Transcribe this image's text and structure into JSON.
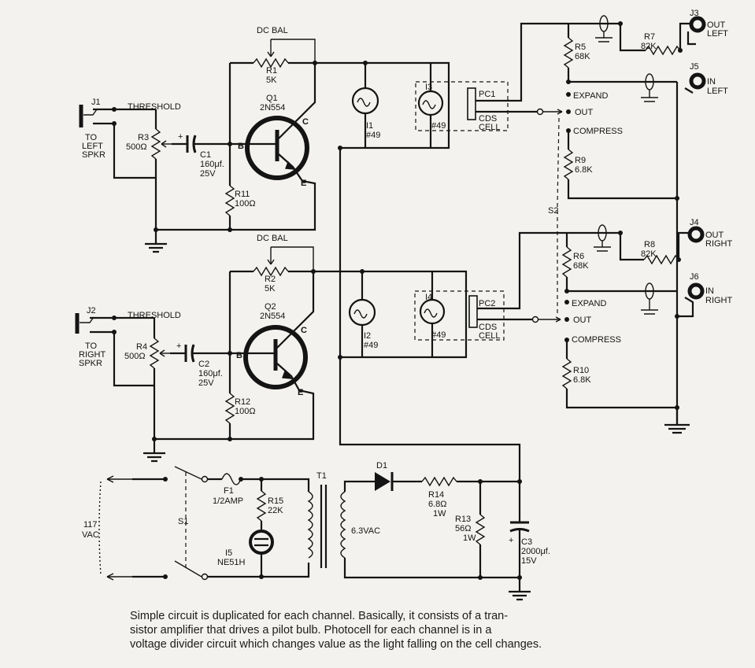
{
  "labels": {
    "dcbal1": "DC BAL",
    "r1": "R1",
    "r1v": "5K",
    "q1": "Q1",
    "q1t": "2N554",
    "b1": "B",
    "c1": "C",
    "e1": "E",
    "j1": "J1",
    "threshold1": "THRESHOLD",
    "toleft1": "TO",
    "toleft2": "LEFT",
    "toleft3": "SPKR",
    "r3": "R3",
    "r3v": "500Ω",
    "c1n": "C1",
    "c1v": "160μf.",
    "c1w": "25V",
    "r11": "R11",
    "r11v": "100Ω",
    "i1": "I1",
    "i1v": "#49",
    "i3": "I3",
    "i3v": "#49",
    "pc1": "PC1",
    "cds1": "CDS",
    "cell1": "CELL",
    "r5": "R5",
    "r5v": "68K",
    "r7": "R7",
    "r7v": "82K",
    "j3": "J3",
    "out_left1": "OUT",
    "out_left2": "LEFT",
    "j5": "J5",
    "in_left1": "IN",
    "in_left2": "LEFT",
    "expand1": "EXPAND",
    "out1": "OUT",
    "compress1": "COMPRESS",
    "r9": "R9",
    "r9v": "6.8K",
    "s2": "S2",
    "j4": "J4",
    "out_right1": "OUT",
    "out_right2": "RIGHT",
    "r6": "R6",
    "r6v": "68K",
    "r8": "R8",
    "r8v": "82K",
    "j6": "J6",
    "in_right1": "IN",
    "in_right2": "RIGHT",
    "expand2": "EXPAND",
    "out2": "OUT",
    "compress2": "COMPRESS",
    "r10": "R10",
    "r10v": "6.8K",
    "dcbal2": "DC BAL",
    "r2": "R2",
    "r2v": "5K",
    "q2": "Q2",
    "q2t": "2N554",
    "b2": "B",
    "c2": "C",
    "e2": "E",
    "j2": "J2",
    "threshold2": "THRESHOLD",
    "toright1": "TO",
    "toright2": "RIGHT",
    "toright3": "SPKR",
    "r4": "R4",
    "r4v": "500Ω",
    "c2n": "C2",
    "c2v": "160μf.",
    "c2w": "25V",
    "r12": "R12",
    "r12v": "100Ω",
    "i2": "I2",
    "i2v": "#49",
    "i4": "I4",
    "i4v": "#49",
    "pc2": "PC2",
    "cds2": "CDS",
    "cell2": "CELL",
    "f1": "F1",
    "f1v": "1/2AMP",
    "r15": "R15",
    "r15v": "22K",
    "i5": "I5",
    "i5v": "NE51H",
    "s1": "S1",
    "vac1": "117",
    "vac2": "VAC",
    "t1": "T1",
    "t1v": "6.3VAC",
    "d1": "D1",
    "r14": "R14",
    "r14v": "6.8Ω",
    "r14w": "1W",
    "r13": "R13",
    "r13v": "56Ω",
    "r13w": "1W",
    "c3": "C3",
    "c3v": "2000μf.",
    "c3w": "15V"
  },
  "caption": {
    "line1": "Simple circuit is duplicated for each channel. Basically, it consists of a tran-",
    "line2": "sistor amplifier that drives a pilot bulb. Photocell for each channel is in a",
    "line3": "voltage divider circuit which changes value as the light falling on the cell changes."
  }
}
